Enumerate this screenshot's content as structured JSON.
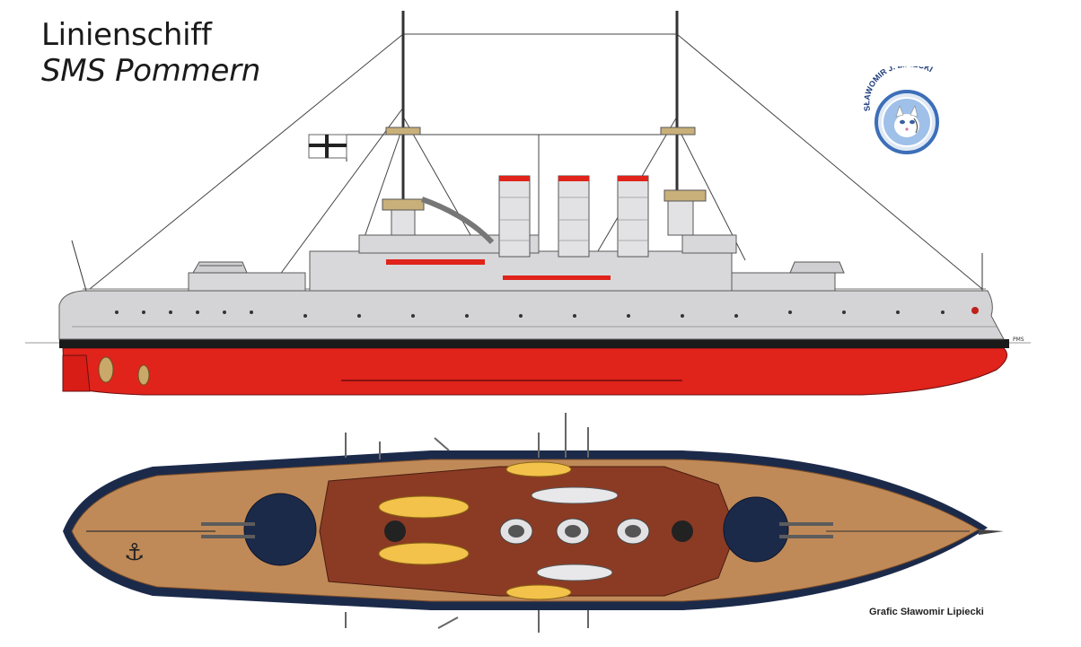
{
  "title": {
    "line1": "Linienschiff",
    "line2": "SMS Pommern"
  },
  "logo": {
    "text": "SŁAWOMIR J. LIPIECKI"
  },
  "credit": "Grafic Sławomir Lipiecki",
  "bow_marker": "PMS",
  "colors": {
    "hull_red": "#e0231b",
    "hull_grey": "#d4d4d6",
    "boot_black": "#1a1a1a",
    "deck_wood": "#c08a58",
    "superstructure_brown": "#8b3b24",
    "hull_blue": "#1c2a4a",
    "boat_yellow": "#f2c24a"
  }
}
